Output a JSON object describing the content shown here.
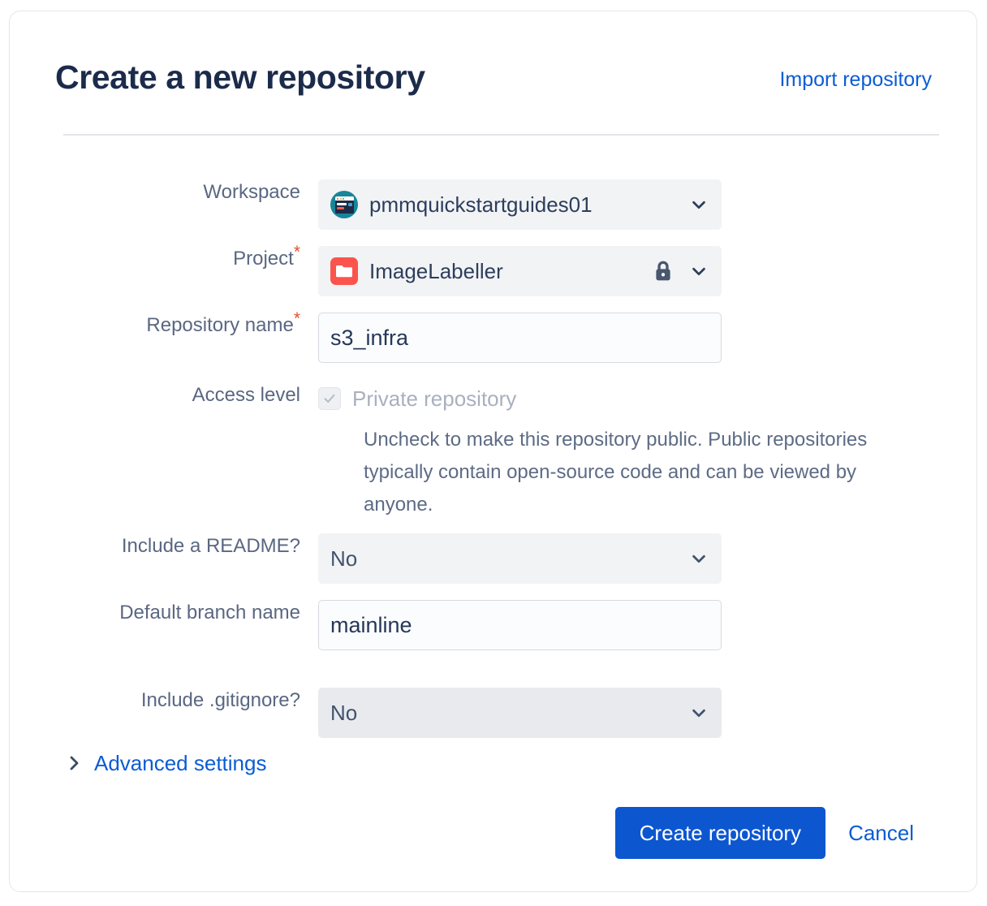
{
  "header": {
    "title": "Create a new repository",
    "import_link": "Import repository"
  },
  "form": {
    "workspace": {
      "label": "Workspace",
      "value": "pmmquickstartguides01",
      "avatar_icon": "workspace-avatar-icon",
      "chevron_icon": "chevron-down-icon"
    },
    "project": {
      "label": "Project",
      "required_mark": "*",
      "value": "ImageLabeller",
      "project_icon": "folder-icon",
      "lock_icon": "lock-icon",
      "chevron_icon": "chevron-down-icon",
      "icon_color": "#fb544c"
    },
    "repository_name": {
      "label": "Repository name",
      "required_mark": "*",
      "value": "s3_infra",
      "placeholder": ""
    },
    "access_level": {
      "label": "Access level",
      "checkbox_label": "Private repository",
      "checked": true,
      "disabled": true,
      "check_icon": "check-icon",
      "help_text": "Uncheck to make this repository public. Public repositories typically contain open-source code and can be viewed by anyone."
    },
    "include_readme": {
      "label": "Include a README?",
      "value": "No",
      "chevron_icon": "chevron-down-icon"
    },
    "default_branch_name": {
      "label": "Default branch name",
      "value": "mainline",
      "placeholder": ""
    },
    "include_gitignore": {
      "label": "Include .gitignore?",
      "value": "No",
      "chevron_icon": "chevron-down-icon"
    },
    "advanced_settings": {
      "label": "Advanced settings",
      "arrow_icon": "chevron-right-icon",
      "expanded": false
    }
  },
  "footer": {
    "create_label": "Create repository",
    "cancel_label": "Cancel",
    "primary_color": "#0c56d0",
    "link_color": "#0b5cd5"
  }
}
